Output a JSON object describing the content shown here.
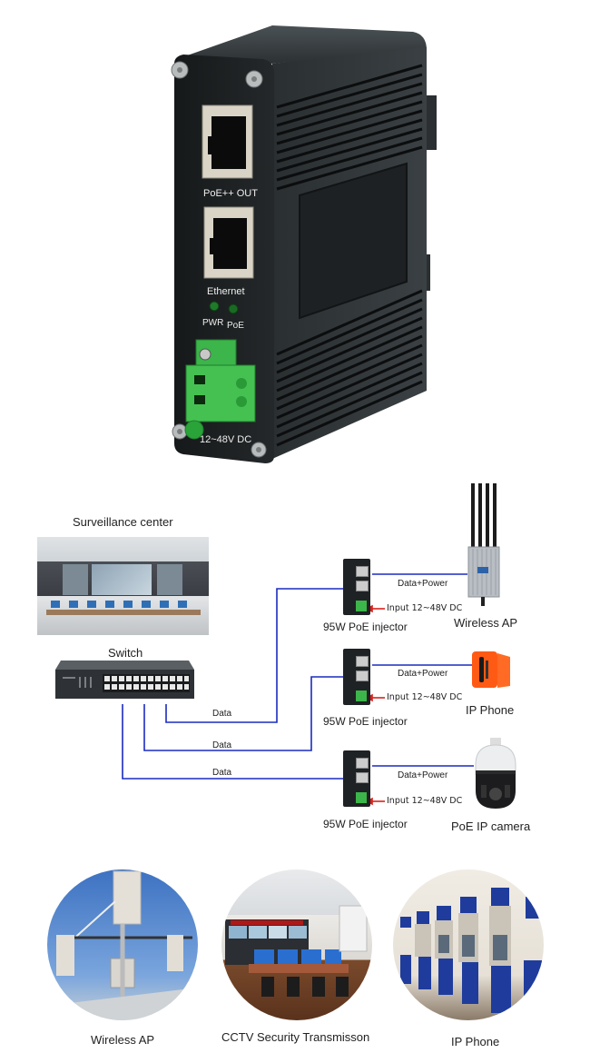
{
  "product": {
    "name": "95W PoE injector",
    "port_labels": {
      "poe_out": "PoE++ OUT",
      "ethernet": "Ethernet",
      "pwr_led": "PWR",
      "poe_led": "PoE",
      "power_input": "12~48V DC"
    },
    "colors": {
      "housing": "#1c1f21",
      "terminal_block": "#3cb54a",
      "led": "#1f7a2a"
    }
  },
  "diagram": {
    "surveillance_center": "Surveillance center",
    "switch": "Switch",
    "line_color": "#1a2bbf",
    "links": [
      {
        "from": "Switch",
        "label": "Data",
        "to": "95W PoE injector"
      },
      {
        "from": "Switch",
        "label": "Data",
        "to": "95W PoE injector"
      },
      {
        "from": "Switch",
        "label": "Data",
        "to": "95W PoE injector"
      }
    ],
    "branches": [
      {
        "injector_label": "95W PoE injector",
        "input_label": "Input 12~48V DC",
        "output_label": "Data+Power",
        "device": "Wireless AP"
      },
      {
        "injector_label": "95W PoE injector",
        "input_label": "Input 12~48V DC",
        "output_label": "Data+Power",
        "device": "IP Phone"
      },
      {
        "injector_label": "95W PoE injector",
        "input_label": "Input 12~48V DC",
        "output_label": "Data+Power",
        "device": "PoE IP camera"
      }
    ]
  },
  "applications": [
    {
      "label": "Wireless AP"
    },
    {
      "label": "CCTV Security Transmisson"
    },
    {
      "label": "IP  Phone"
    }
  ]
}
